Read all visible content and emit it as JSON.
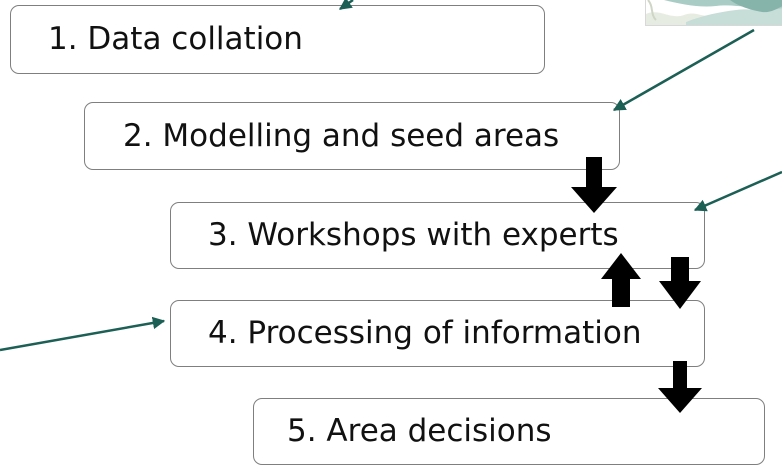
{
  "steps": [
    {
      "label": "1. Data collation"
    },
    {
      "label": "2. Modelling and seed areas"
    },
    {
      "label": "3. Workshops with experts"
    },
    {
      "label": "4. Processing of information"
    },
    {
      "label": "5. Area decisions"
    }
  ],
  "colors": {
    "box_border": "#7f7f7f",
    "text": "#111111",
    "flow_arrow": "#000000",
    "pointer_arrow": "#1b5f55"
  },
  "icons": {
    "flow": "block-arrow-down-icon",
    "feedback": "block-arrow-up-icon",
    "pointer": "teal-line-arrow-icon",
    "image": "map-thumbnail-image"
  }
}
